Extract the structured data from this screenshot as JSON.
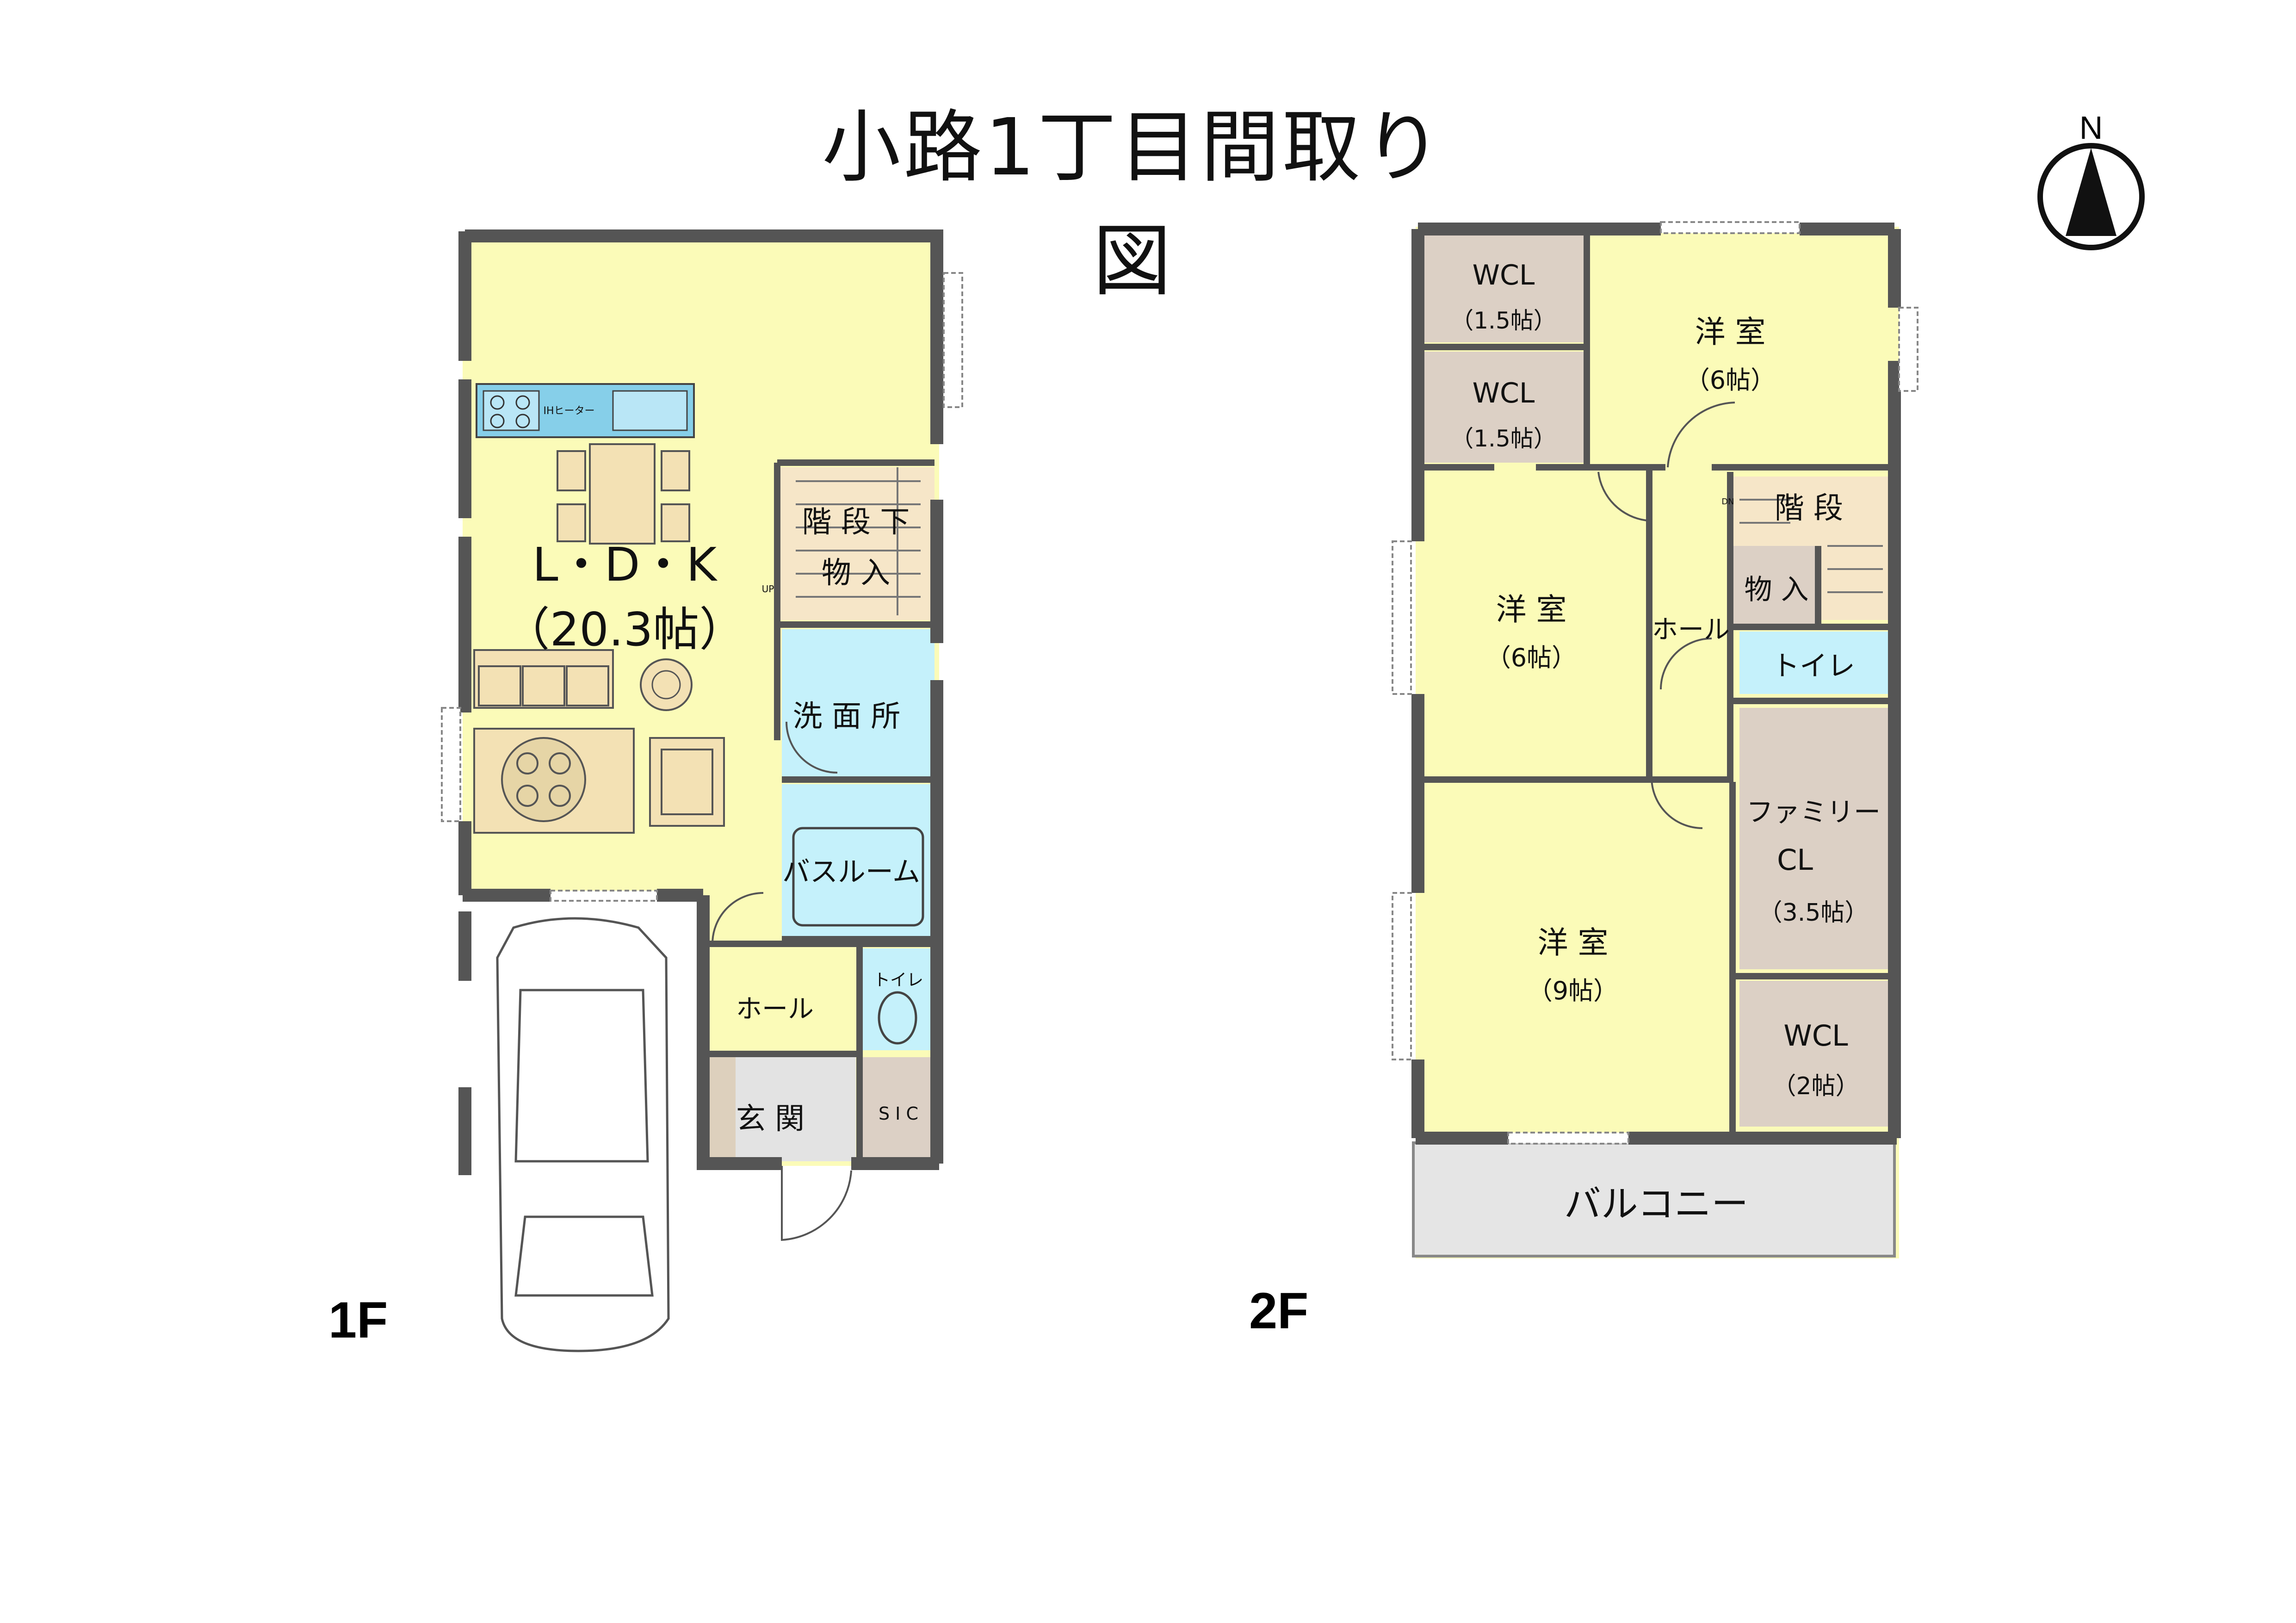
{
  "title": "小路1丁目間取り図",
  "compass": {
    "label": "N"
  },
  "floors": {
    "first": {
      "label": "1F",
      "rooms": {
        "ldk_name": "L・D・K",
        "ldk_size": "（20.3帖）",
        "stair_storage_1": "階 段 下",
        "stair_storage_2": "物 入",
        "washroom": "洗 面 所",
        "bathroom": "バスルーム",
        "hall": "ホール",
        "toilet": "トイレ",
        "entrance": "玄 関",
        "sic": "S I C",
        "ih_label": "IHヒーター",
        "up_mark": "UP"
      }
    },
    "second": {
      "label": "2F",
      "rooms": {
        "wcl_a_name": "WCL",
        "wcl_a_size": "（1.5帖）",
        "wcl_b_name": "WCL",
        "wcl_b_size": "（1.5帖）",
        "room_ne_name": "洋 室",
        "room_ne_size": "（6帖）",
        "room_w_name": "洋 室",
        "room_w_size": "（6帖）",
        "room_sw_name": "洋 室",
        "room_sw_size": "（9帖）",
        "stairs": "階 段",
        "storage": "物 入",
        "hall": "ホール",
        "toilet": "トイレ",
        "family_cl_1": "ファミリー",
        "family_cl_2": "CL",
        "family_cl_size": "（3.5帖）",
        "wcl_c_name": "WCL",
        "wcl_c_size": "（2帖）",
        "balcony": "バルコニー",
        "dn_mark": "DN"
      }
    }
  },
  "colors": {
    "living": "#fbfbb8",
    "wet_area": "#c5f1fb",
    "storage": "#dcd0c5",
    "stairs_floor": "#f6e6c8",
    "entrance": "#e3e3e3",
    "balcony": "#e5e5e5",
    "wall": "#555555",
    "furniture": "#f3e1b4",
    "kitchen": "#86cfe9"
  }
}
